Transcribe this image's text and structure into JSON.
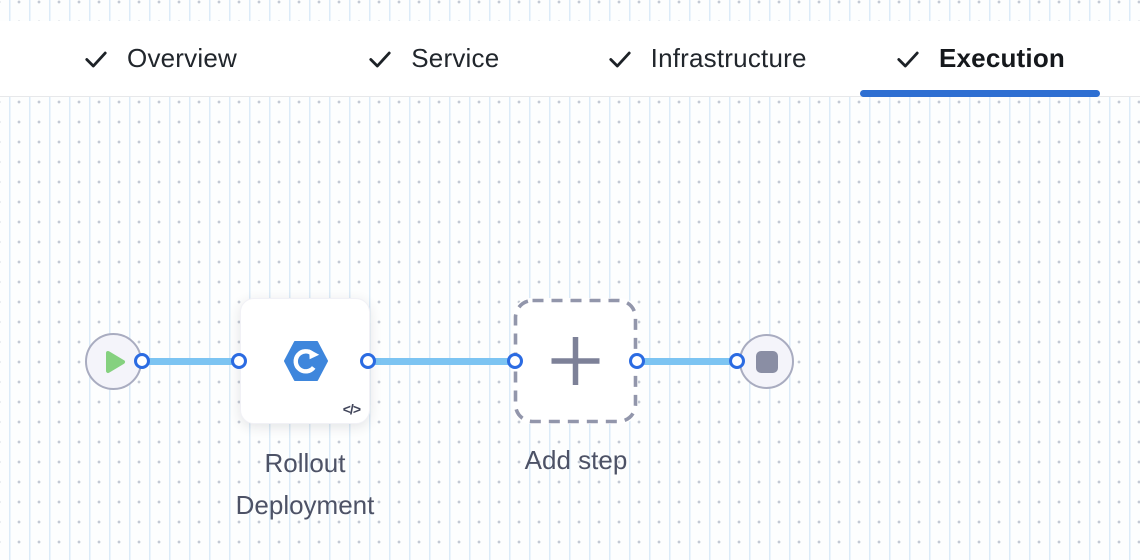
{
  "theme": {
    "accent": "#2e6fd2",
    "edge-color": "#7cc4f2",
    "port-color": "#2b6be2",
    "tabbar-border": "#e7e8ea",
    "hexagon-blue": "#3e86dc",
    "play-green": "#85d17f",
    "stop-gray": "#8a8ea4"
  },
  "tabs": {
    "items": [
      {
        "label": "Overview",
        "completed": true,
        "active": false
      },
      {
        "label": "Service",
        "completed": true,
        "active": false
      },
      {
        "label": "Infrastructure",
        "completed": true,
        "active": false
      },
      {
        "label": "Execution",
        "completed": true,
        "active": true
      }
    ]
  },
  "icons": {
    "check": "✓",
    "play": "▶",
    "stop": "■",
    "plus": "+",
    "code": "</>",
    "step_icon_name": "k8s-rolling-deployment-hexagon"
  },
  "pipeline": {
    "start_node": {
      "type": "start"
    },
    "step_node": {
      "label": "Rollout Deployment",
      "code_toggle": "</>"
    },
    "add_step_node": {
      "label": "Add step"
    },
    "end_node": {
      "type": "stop"
    }
  }
}
